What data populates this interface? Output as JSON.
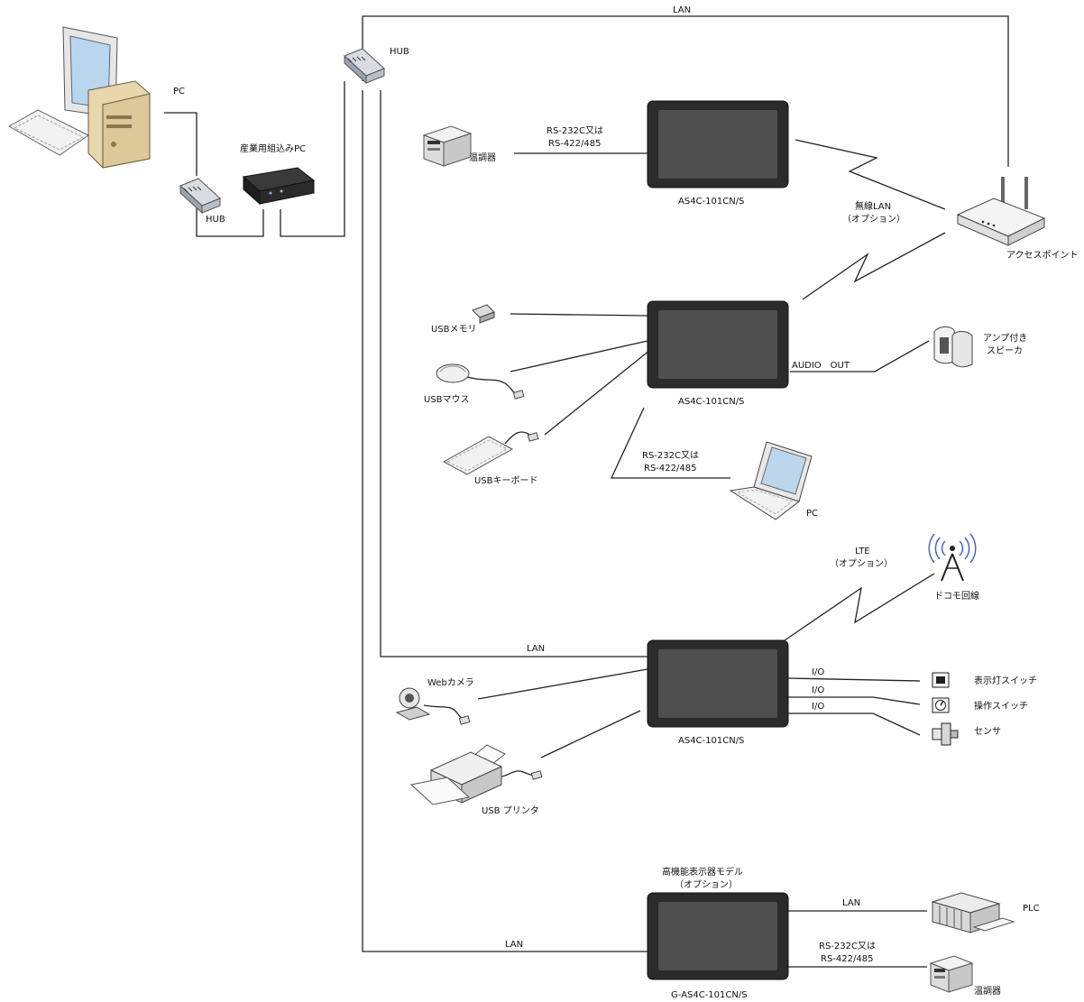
{
  "labels": {
    "lan_top": "LAN",
    "hub_top": "HUB",
    "pc_main": "PC",
    "hub_left": "HUB",
    "industrial_pc": "産業用組込みPC",
    "temp_ctrl_1": "温調器",
    "rs_link_1": "RS-232C又は",
    "rs_link_1b": "RS-422/485",
    "panel_1": "AS4C-101CN/S",
    "wireless_lan": "無線LAN",
    "wireless_lan_opt": "（オプション）",
    "access_point": "アクセスポイント",
    "usb_memory": "USBメモリ",
    "usb_mouse": "USBマウス",
    "usb_keyboard": "USBキーボード",
    "panel_2": "AS4C-101CN/S",
    "audio_out": "AUDIO　OUT",
    "speaker_1": "アンプ付き",
    "speaker_2": "スピーカ",
    "rs_link_2": "RS-232C又は",
    "rs_link_2b": "RS-422/485",
    "pc_laptop": "PC",
    "lte": "LTE",
    "lte_opt": "（オプション）",
    "docomo": "ドコモ回線",
    "lan_mid": "LAN",
    "webcam": "Webカメラ",
    "io_1": "I/O",
    "io_2": "I/O",
    "io_3": "I/O",
    "lamp_switch": "表示灯スイッチ",
    "op_switch": "操作スイッチ",
    "sensor": "センサ",
    "panel_3": "AS4C-101CN/S",
    "usb_printer": "USB プリンタ",
    "hifunc_1": "高機能表示器モデル",
    "hifunc_2": "（オプション）",
    "lan_plc": "LAN",
    "plc": "PLC",
    "rs_link_3": "RS-232C又は",
    "rs_link_3b": "RS-422/485",
    "temp_ctrl_2": "温調器",
    "lan_bottom": "LAN",
    "panel_4": "G-AS4C-101CN/S"
  },
  "colors": {
    "line": "#222222",
    "panel_frame": "#2b2b2b",
    "panel_screen": "#4f4f4f",
    "device_light": "#efefef",
    "device_beige": "#e9dcc0"
  }
}
